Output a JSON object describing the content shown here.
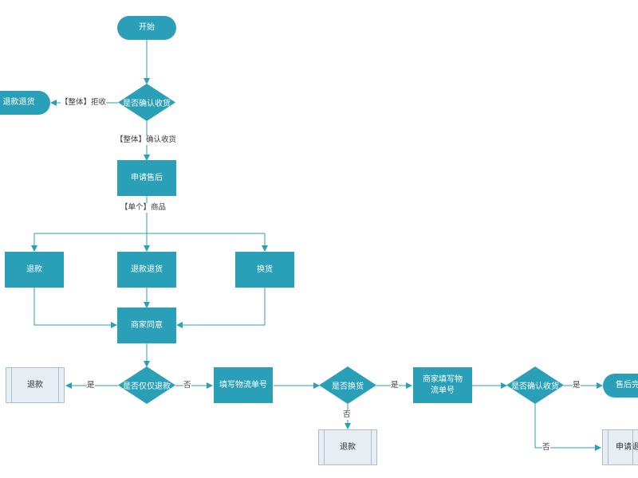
{
  "nodes": {
    "start": "开始",
    "confirm_receipt_1": "是否确认收货",
    "refund_return_top": "退款退货",
    "apply_after_sale": "申请售后",
    "refund": "退款",
    "refund_return": "退款退货",
    "exchange": "换货",
    "merchant_agree": "商家同意",
    "only_refund_q": "是否仅仅退款",
    "refund_doc_1": "退款",
    "fill_logistics": "填写物流单号",
    "exchange_q": "是否换货",
    "refund_doc_2": "退款",
    "merchant_logistics": "商家填写物流单号",
    "confirm_receipt_2": "是否确认收货",
    "after_sale_done": "售后完",
    "apply_return_doc": "申请退"
  },
  "edge_labels": {
    "reject": "【整体】拒收",
    "confirm": "【整体】确认收货",
    "single_item": "【单个】商品",
    "yes_1": "是",
    "no_1": "否",
    "yes_2": "是",
    "no_2": "否",
    "yes_3": "是",
    "no_3": "否"
  },
  "colors": {
    "node_fill": "#2a9fb8",
    "stored_fill": "#e6eef4",
    "edge": "#2a9fb8"
  }
}
